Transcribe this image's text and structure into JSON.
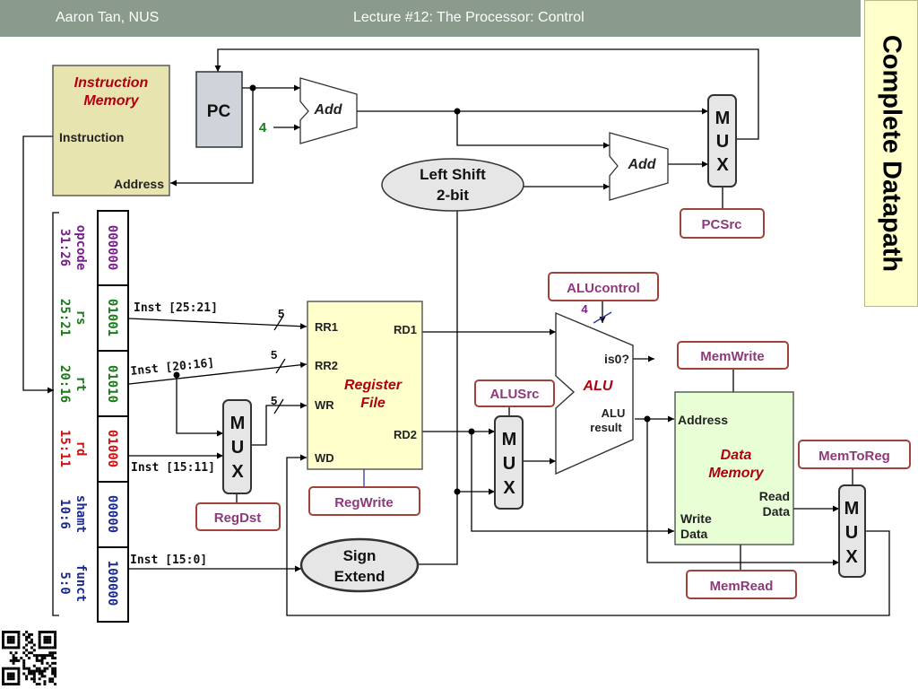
{
  "header": {
    "author": "Aaron Tan, NUS",
    "lecture": "Lecture #12: The Processor: Control"
  },
  "side_title": "Complete Datapath",
  "components": {
    "instruction_memory": {
      "title_line1": "Instruction",
      "title_line2": "Memory",
      "port_instruction": "Instruction",
      "port_address": "Address"
    },
    "pc": {
      "label": "PC"
    },
    "const_four": "4",
    "adder1": {
      "label": "Add"
    },
    "adder2": {
      "label": "Add"
    },
    "left_shift": {
      "line1": "Left Shift",
      "line2": "2-bit"
    },
    "pc_mux": {
      "letters": [
        "M",
        "U",
        "X"
      ]
    },
    "register_file": {
      "title_line1": "Register",
      "title_line2": "File",
      "rr1": "RR1",
      "rr2": "RR2",
      "wr": "WR",
      "wd": "WD",
      "rd1": "RD1",
      "rd2": "RD2"
    },
    "reg_mux": {
      "letters": [
        "M",
        "U",
        "X"
      ]
    },
    "alu_mux": {
      "letters": [
        "M",
        "U",
        "X"
      ]
    },
    "alu": {
      "label": "ALU",
      "is0": "is0?",
      "result_line1": "ALU",
      "result_line2": "result"
    },
    "data_memory": {
      "title_line1": "Data",
      "title_line2": "Memory",
      "address": "Address",
      "read_line1": "Read",
      "read_line2": "Data",
      "write_line1": "Write",
      "write_line2": "Data"
    },
    "mem_mux": {
      "letters": [
        "M",
        "U",
        "X"
      ]
    },
    "sign_extend": {
      "line1": "Sign",
      "line2": "Extend"
    }
  },
  "control_signals": {
    "pcsrc": "PCSrc",
    "alucontrol": "ALUcontrol",
    "alucontrol_width": "4",
    "memwrite": "MemWrite",
    "alusrc": "ALUSrc",
    "memtoreg": "MemToReg",
    "regwrite": "RegWrite",
    "regdst": "RegDst",
    "memread": "MemRead"
  },
  "instruction_fields": [
    {
      "name": "opcode",
      "bits": "31:26",
      "value": "000000",
      "color": "#7a1e8c"
    },
    {
      "name": "rs",
      "bits": "25:21",
      "value": "01001",
      "color": "#1a7a1a"
    },
    {
      "name": "rt",
      "bits": "20:16",
      "value": "01010",
      "color": "#1a7a1a"
    },
    {
      "name": "rd",
      "bits": "15:11",
      "value": "01000",
      "color": "#cc1111"
    },
    {
      "name": "shamt",
      "bits": "10:6",
      "value": "00000",
      "color": "#1a2a8c"
    },
    {
      "name": "funct",
      "bits": "5:0",
      "value": "100000",
      "color": "#1a2a8c"
    }
  ],
  "wire_labels": {
    "inst_25_21": "Inst [25:21]",
    "inst_20_16": "Inst [20:16]",
    "inst_15_11": "Inst [15:11]",
    "inst_15_0": "Inst [15:0]",
    "width_rr1": "5",
    "width_rr2": "5",
    "width_wr": "5"
  },
  "colors": {
    "header_bg": "#8a9a8c",
    "side_title_bg": "#ffffcc",
    "component_fill": "#ffffcc",
    "instruction_memory_fill": "#e8e4b0",
    "pc_fill": "#cfd4da",
    "mux_fill": "#e6e6e6",
    "data_memory_fill": "#e8ffd6",
    "control_label_text": "#8c3a7a",
    "control_label_border": "#a0423a",
    "component_title_red": "#b00010",
    "wire": "#000000"
  }
}
